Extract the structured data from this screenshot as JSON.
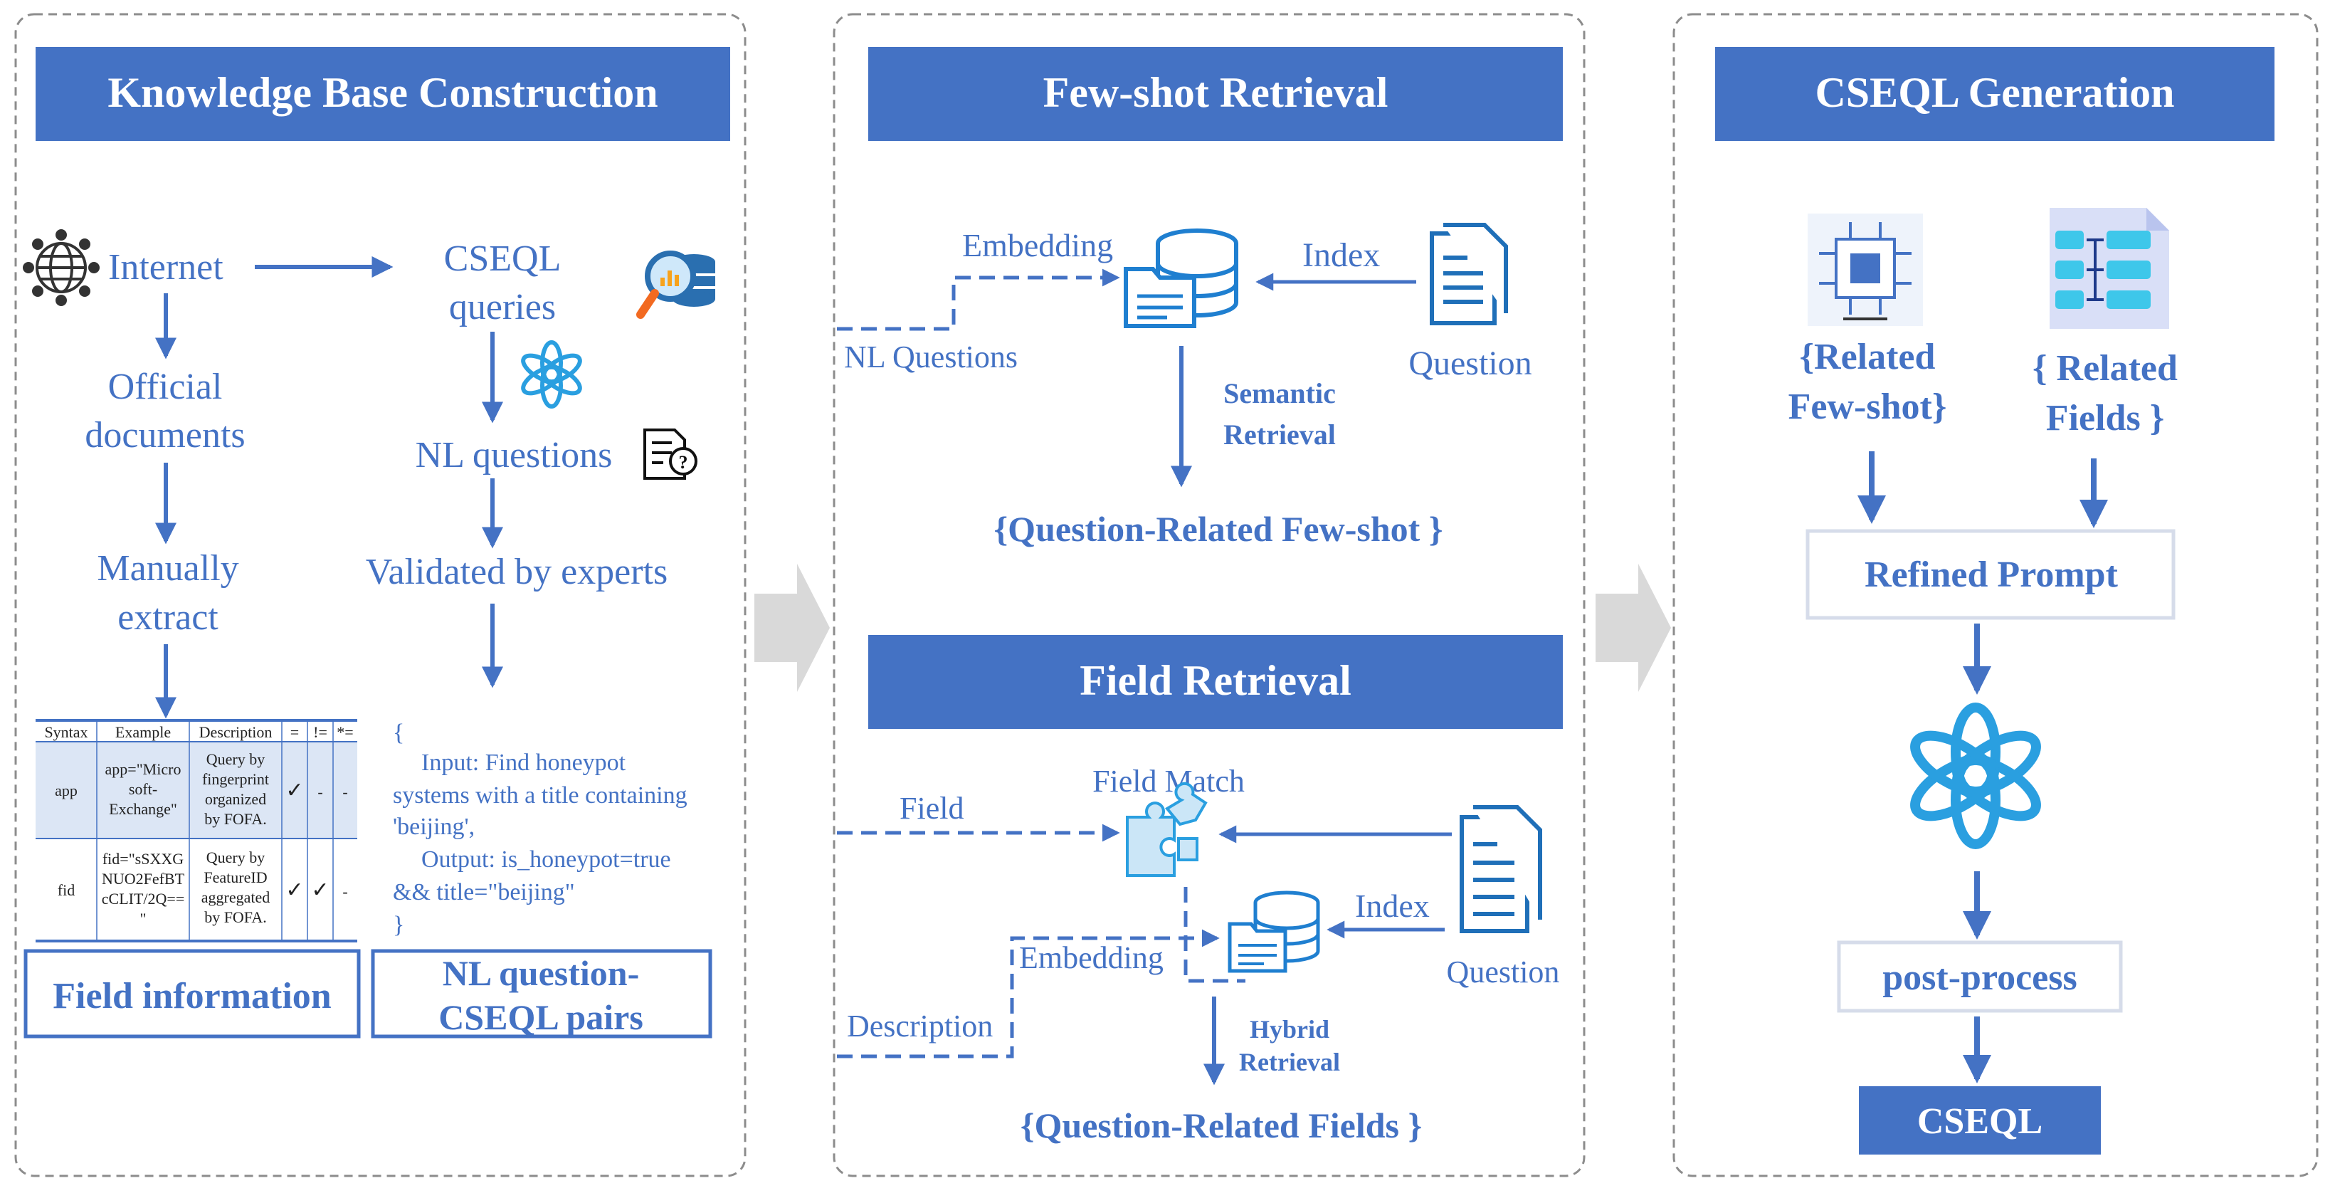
{
  "colors": {
    "primary": "#4472c4",
    "panel_border": "#8c8c8c",
    "big_arrow": "#d9d9d9",
    "icon_light": "#2a9fe0",
    "table_highlight": "#dce6f5"
  },
  "panel1": {
    "title": "Knowledge Base Construction",
    "internet": "Internet",
    "official_line1": "Official",
    "official_line2": "documents",
    "manual_line1": "Manually",
    "manual_line2": "extract",
    "cseql_line1": "CSEQL",
    "cseql_line2": "queries",
    "nl_questions": "NL questions",
    "validated": "Validated by experts",
    "table": {
      "headers": [
        "Syntax",
        "Example",
        "Description",
        "=",
        "!=",
        "*="
      ],
      "rows": [
        {
          "syntax": "app",
          "example": [
            "app=\"Micro",
            "soft-",
            "Exchange\""
          ],
          "description": [
            "Query by",
            "fingerprint",
            "organized",
            "by FOFA."
          ],
          "eq": "✓",
          "neq": "-",
          "fuzzy": "-"
        },
        {
          "syntax": "fid",
          "example": [
            "fid=\"sSXXG",
            "NUO2FefBT",
            "cCLIT/2Q==",
            "\""
          ],
          "description": [
            "Query by",
            "FeatureID",
            "aggregated",
            "by FOFA."
          ],
          "eq": "✓",
          "neq": "✓",
          "fuzzy": "-"
        }
      ]
    },
    "pair_example": {
      "open": "{",
      "line1": "Input: Find honeypot",
      "line2": "systems with a title containing",
      "line3": "'beijing',",
      "line4": "Output: is_honeypot=true",
      "line5": "&& title=\"beijing\"",
      "close": "}"
    },
    "field_info": "Field information",
    "pairs_line1": "NL question-",
    "pairs_line2": "CSEQL pairs"
  },
  "panel2": {
    "title_fewshot": "Few-shot Retrieval",
    "embedding": "Embedding",
    "index": "Index",
    "nl_questions": "NL Questions",
    "question": "Question",
    "semantic_line1": "Semantic",
    "semantic_line2": "Retrieval",
    "fewshot_output": "{Question-Related Few-shot }",
    "title_field": "Field Retrieval",
    "field_match": "Field Match",
    "field": "Field",
    "index2": "Index",
    "embedding2": "Embedding",
    "description": "Description",
    "question2": "Question",
    "hybrid_line1": "Hybrid",
    "hybrid_line2": "Retrieval",
    "field_output": "{Question-Related Fields }"
  },
  "panel3": {
    "title": "CSEQL Generation",
    "fewshot_line1": "{Related",
    "fewshot_line2": "Few-shot}",
    "fields_line1": "{ Related",
    "fields_line2": "Fields }",
    "refined_prompt": "Refined Prompt",
    "post_process": "post-process",
    "output": "CSEQL"
  }
}
